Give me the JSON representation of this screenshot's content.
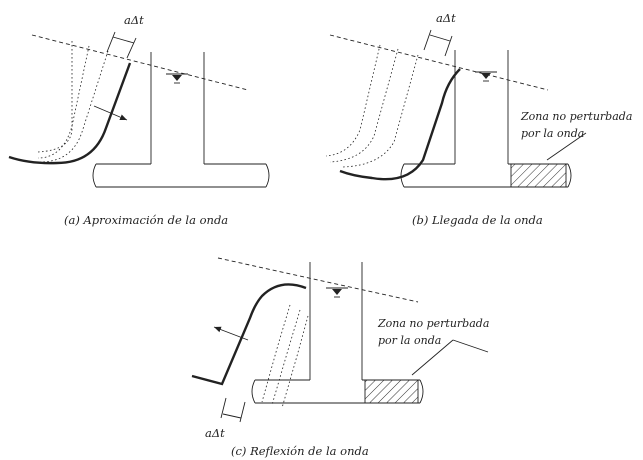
{
  "panels": [
    {
      "id": "a",
      "caption": "(a) Aproximación de la onda",
      "delta_label": "aΔt"
    },
    {
      "id": "b",
      "caption": "(b) Llegada de la onda",
      "delta_label": "aΔt",
      "note_line1": "Zona no perturbada",
      "note_line2": "por la onda"
    },
    {
      "id": "c",
      "caption": "(c) Reflexión de la onda",
      "delta_label": "aΔt",
      "note_line1": "Zona no perturbada",
      "note_line2": "por la onda"
    }
  ]
}
